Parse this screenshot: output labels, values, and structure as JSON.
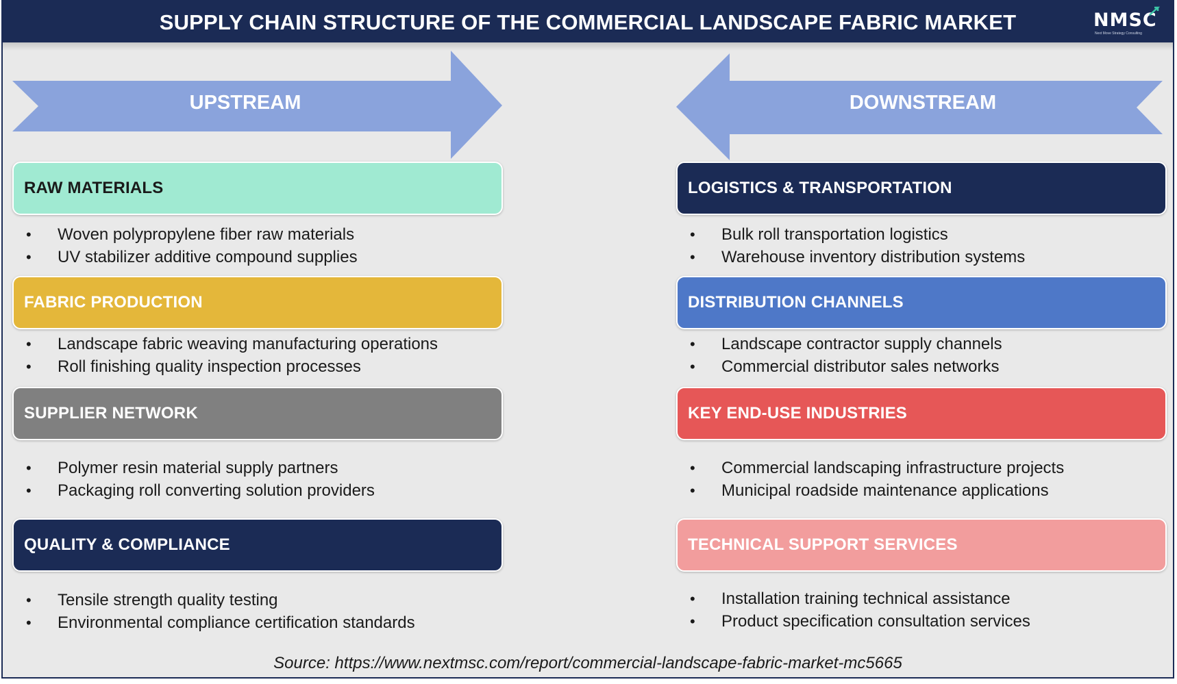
{
  "header": {
    "title": "SUPPLY CHAIN STRUCTURE OF THE COMMERCIAL LANDSCAPE FABRIC MARKET",
    "logo_text": "NMSC",
    "logo_subtext": "Next Move Strategy Consulting",
    "background": "#1b2b55"
  },
  "flows": {
    "upstream_label": "UPSTREAM",
    "downstream_label": "DOWNSTREAM",
    "arrow_color": "#8aa3dc"
  },
  "upstream": [
    {
      "title": "RAW MATERIALS",
      "bg": "#a0ead2",
      "fg": "#1a1a1a",
      "bullets": [
        "Woven polypropylene fiber raw materials",
        "UV stabilizer additive compound supplies"
      ]
    },
    {
      "title": "FABRIC PRODUCTION",
      "bg": "#e4b73a",
      "fg": "#ffffff",
      "bullets": [
        "Landscape fabric weaving manufacturing operations",
        "Roll finishing quality inspection processes"
      ]
    },
    {
      "title": "SUPPLIER NETWORK",
      "bg": "#808080",
      "fg": "#ffffff",
      "bullets": [
        "Polymer resin material supply partners",
        "Packaging roll converting solution providers"
      ]
    },
    {
      "title": "QUALITY & COMPLIANCE",
      "bg": "#1b2b55",
      "fg": "#ffffff",
      "bullets": [
        "Tensile strength quality testing",
        "Environmental compliance certification standards"
      ]
    }
  ],
  "downstream": [
    {
      "title": "LOGISTICS & TRANSPORTATION",
      "bg": "#1b2b55",
      "fg": "#ffffff",
      "bullets": [
        "Bulk roll transportation logistics",
        "Warehouse inventory distribution systems"
      ]
    },
    {
      "title": "DISTRIBUTION CHANNELS",
      "bg": "#4e78c8",
      "fg": "#ffffff",
      "bullets": [
        "Landscape contractor supply channels",
        "Commercial distributor sales networks"
      ]
    },
    {
      "title": "KEY END-USE INDUSTRIES",
      "bg": "#e65757",
      "fg": "#ffffff",
      "bullets": [
        "Commercial landscaping infrastructure projects",
        "Municipal roadside maintenance applications"
      ]
    },
    {
      "title": "TECHNICAL SUPPORT SERVICES",
      "bg": "#f29d9d",
      "fg": "#ffffff",
      "bullets": [
        "Installation training technical assistance",
        "Product specification consultation services"
      ]
    }
  ],
  "footer": {
    "source": "Source: https://www.nextmsc.com/report/commercial-landscape-fabric-market-mc5665"
  }
}
